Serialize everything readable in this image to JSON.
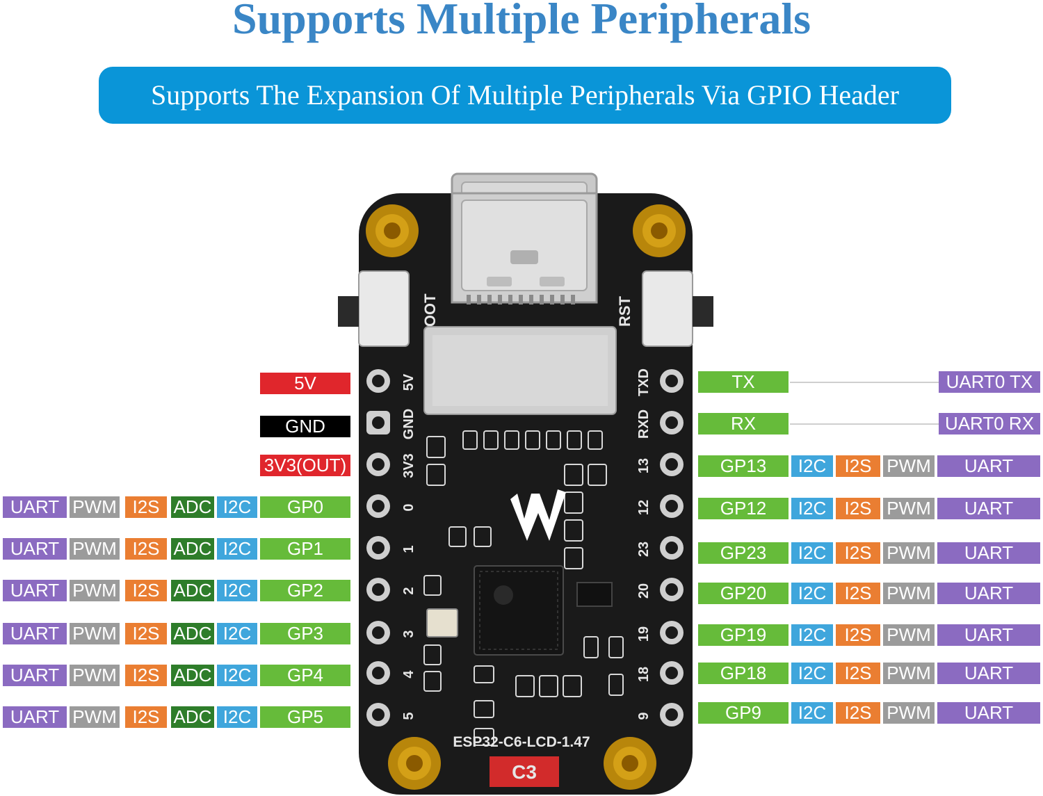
{
  "title": "Supports Multiple Peripherals",
  "subtitle": "Supports The Expansion Of Multiple Peripherals Via GPIO Header",
  "colors": {
    "title": "#3a86c6",
    "banner": "#0a95d8",
    "power_5v": "#e0262c",
    "ground": "#000000",
    "power_3v3": "#e0262c",
    "gpio": "#66bb3a",
    "uart": "#8b6bc1",
    "pwm": "#9b9b9b",
    "i2s": "#ea7e32",
    "adc": "#2e7d2a",
    "i2c": "#3fa6dc",
    "connector": "#d6d6d6"
  },
  "board": {
    "name": "ESP32-C6-LCD-1.47",
    "chip_mark": "C3",
    "boot_label": "BOOT",
    "reset_label": "RST",
    "left_silk": [
      "5V",
      "GND",
      "3V3",
      "0",
      "1",
      "2",
      "3",
      "4",
      "5"
    ],
    "right_silk": [
      "TXD",
      "RXD",
      "13",
      "12",
      "23",
      "20",
      "19",
      "18",
      "9"
    ]
  },
  "left_pins": [
    {
      "name": "5V",
      "type": "power_5v",
      "functions": []
    },
    {
      "name": "GND",
      "type": "ground",
      "functions": []
    },
    {
      "name": "3V3(OUT)",
      "type": "power_3v3",
      "functions": []
    },
    {
      "name": "GP0",
      "type": "gpio",
      "functions": [
        "UART",
        "PWM",
        "I2S",
        "ADC",
        "I2C"
      ]
    },
    {
      "name": "GP1",
      "type": "gpio",
      "functions": [
        "UART",
        "PWM",
        "I2S",
        "ADC",
        "I2C"
      ]
    },
    {
      "name": "GP2",
      "type": "gpio",
      "functions": [
        "UART",
        "PWM",
        "I2S",
        "ADC",
        "I2C"
      ]
    },
    {
      "name": "GP3",
      "type": "gpio",
      "functions": [
        "UART",
        "PWM",
        "I2S",
        "ADC",
        "I2C"
      ]
    },
    {
      "name": "GP4",
      "type": "gpio",
      "functions": [
        "UART",
        "PWM",
        "I2S",
        "ADC",
        "I2C"
      ]
    },
    {
      "name": "GP5",
      "type": "gpio",
      "functions": [
        "UART",
        "PWM",
        "I2S",
        "ADC",
        "I2C"
      ]
    }
  ],
  "right_pins": [
    {
      "name": "TX",
      "type": "gpio",
      "functions": [],
      "far": "UART0 TX"
    },
    {
      "name": "RX",
      "type": "gpio",
      "functions": [],
      "far": "UART0 RX"
    },
    {
      "name": "GP13",
      "type": "gpio",
      "functions": [
        "I2C",
        "I2S",
        "PWM",
        "UART"
      ]
    },
    {
      "name": "GP12",
      "type": "gpio",
      "functions": [
        "I2C",
        "I2S",
        "PWM",
        "UART"
      ]
    },
    {
      "name": "GP23",
      "type": "gpio",
      "functions": [
        "I2C",
        "I2S",
        "PWM",
        "UART"
      ]
    },
    {
      "name": "GP20",
      "type": "gpio",
      "functions": [
        "I2C",
        "I2S",
        "PWM",
        "UART"
      ]
    },
    {
      "name": "GP19",
      "type": "gpio",
      "functions": [
        "I2C",
        "I2S",
        "PWM",
        "UART"
      ]
    },
    {
      "name": "GP18",
      "type": "gpio",
      "functions": [
        "I2C",
        "I2S",
        "PWM",
        "UART"
      ]
    },
    {
      "name": "GP9",
      "type": "gpio",
      "functions": [
        "I2C",
        "I2S",
        "PWM",
        "UART"
      ]
    }
  ]
}
